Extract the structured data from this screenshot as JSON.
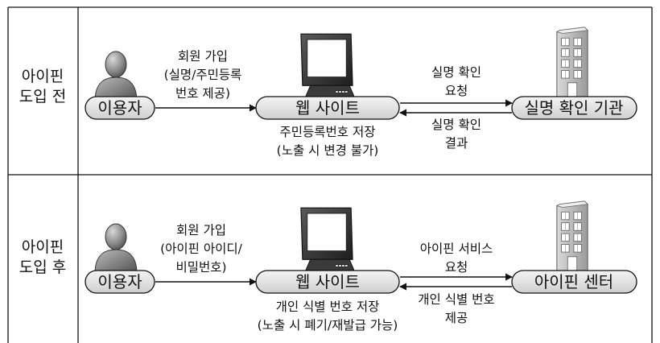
{
  "rows": [
    {
      "label_line1": "아이핀",
      "label_line2": "도입 전",
      "user": "이용자",
      "signup": [
        "회원 가입",
        "(실명/주민등록",
        "번호 제공)"
      ],
      "website": "웹 사이트",
      "store": [
        "주민등록번호 저장",
        "(노출 시 변경 불가)"
      ],
      "request": [
        "실명 확인",
        "요청"
      ],
      "result": [
        "실명 확인",
        "결과"
      ],
      "org": "실명 확인 기관"
    },
    {
      "label_line1": "아이핀",
      "label_line2": "도입 후",
      "user": "이용자",
      "signup": [
        "회원 가입",
        "(아이핀 아이디/",
        "비밀번호)"
      ],
      "website": "웹 사이트",
      "store": [
        "개인 식별 번호 저장",
        "(노출 시 폐기/재발급 가능)"
      ],
      "request": [
        "아이핀 서비스",
        "요청"
      ],
      "result": [
        "개인 식별 번호",
        "제공"
      ],
      "org": "아이핀 센터"
    }
  ]
}
